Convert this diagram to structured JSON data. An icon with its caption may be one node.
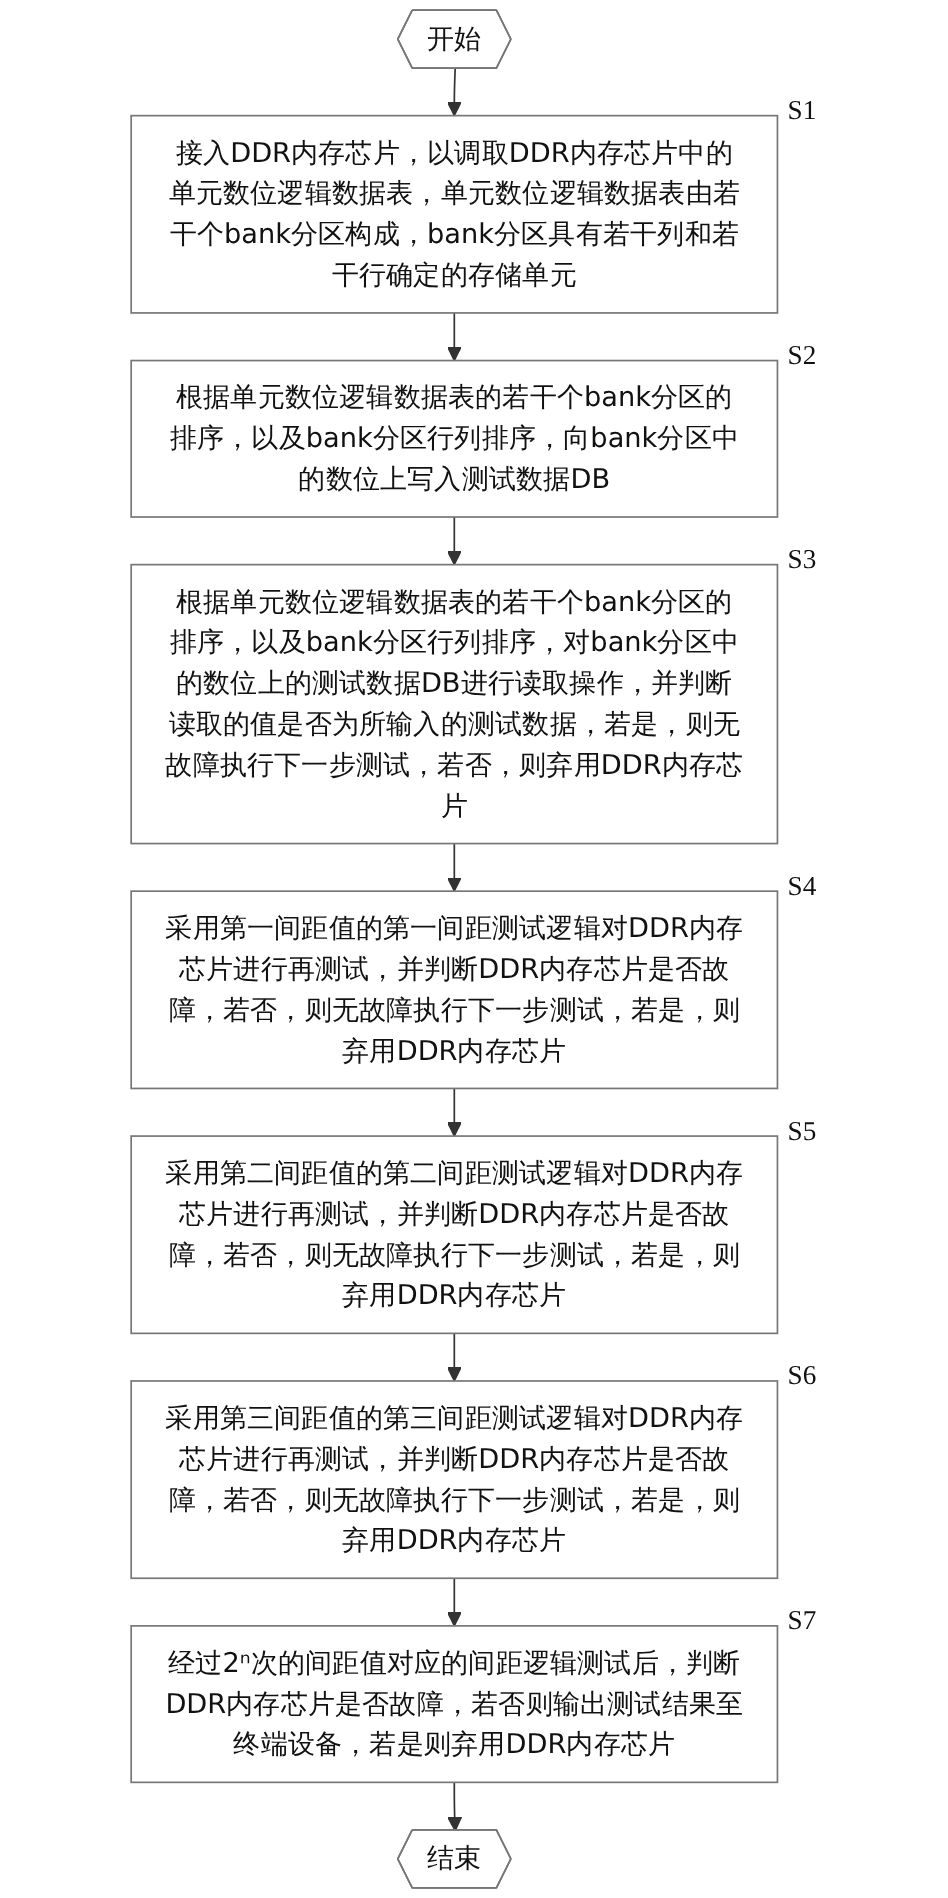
{
  "diagram": {
    "nodes": [
      {
        "text": [
          "开始"
        ]
      },
      {
        "text": [
          "接入DDR内存芯片，以调取DDR内存芯片中的单元数位逻辑数据表，单元数位逻辑数据表由若干个bank分区构成，bank分区具有若干列和若干行确定的存储单元"
        ],
        "beside": [
          "S1"
        ]
      },
      {
        "text": [
          "根据单元数位逻辑数据表的若干个bank分区的排序，以及bank分区行列排序，向bank分区中的数位上写入测试数据DB"
        ],
        "beside": [
          "S2"
        ]
      },
      {
        "text": [
          "根据单元数位逻辑数据表的若干个bank分区的排序，以及bank分区行列排序，对bank分区中的数位上的测试数据DB进行读取操作，并判断读取的值是否为所输入的测试数据，若是，则无故障执行下一步测试，若否，则弃用DDR内存芯片"
        ],
        "beside": [
          "S3"
        ]
      },
      {
        "text": [
          "采用第一间距值的第一间距测试逻辑对DDR内存芯片进行再测试，并判断DDR内存芯片是否故障，若否，则无故障执行下一步测试，若是，则弃用DDR内存芯片"
        ],
        "beside": [
          "S4"
        ]
      },
      {
        "text": [
          "采用第二间距值的第二间距测试逻辑对DDR内存芯片进行再测试，并判断DDR内存芯片是否故障，若否，则无故障执行下一步测试，若是，则弃用DDR内存芯片"
        ],
        "beside": [
          "S5"
        ]
      },
      {
        "text": [
          "采用第三间距值的第三间距测试逻辑对DDR内存芯片进行再测试，并判断DDR内存芯片是否故障，若否，则无故障执行下一步测试，若是，则弃用DDR内存芯片"
        ],
        "beside": [
          "S6"
        ]
      },
      {
        "text": [
          "经过2ⁿ次的间距值对应的间距逻辑测试后，判断DDR内存芯片是否故障，若否则输出测试结果至终端设备，若是则弃用DDR内存芯片"
        ],
        "beside": [
          "S7"
        ]
      },
      {
        "text": [
          "结束"
        ]
      }
    ],
    "edges": [
      {
        "from": 0,
        "to": 1,
        "arrow": "to"
      },
      {
        "from": 1,
        "to": 2,
        "arrow": "to"
      },
      {
        "from": 2,
        "to": 3,
        "arrow": "to"
      },
      {
        "from": 3,
        "to": 4,
        "arrow": "to"
      },
      {
        "from": 4,
        "to": 5,
        "arrow": "to"
      },
      {
        "from": 5,
        "to": 6,
        "arrow": "to"
      },
      {
        "from": 6,
        "to": 7,
        "arrow": "to"
      },
      {
        "from": 7,
        "to": 8,
        "arrow": "to"
      }
    ]
  }
}
